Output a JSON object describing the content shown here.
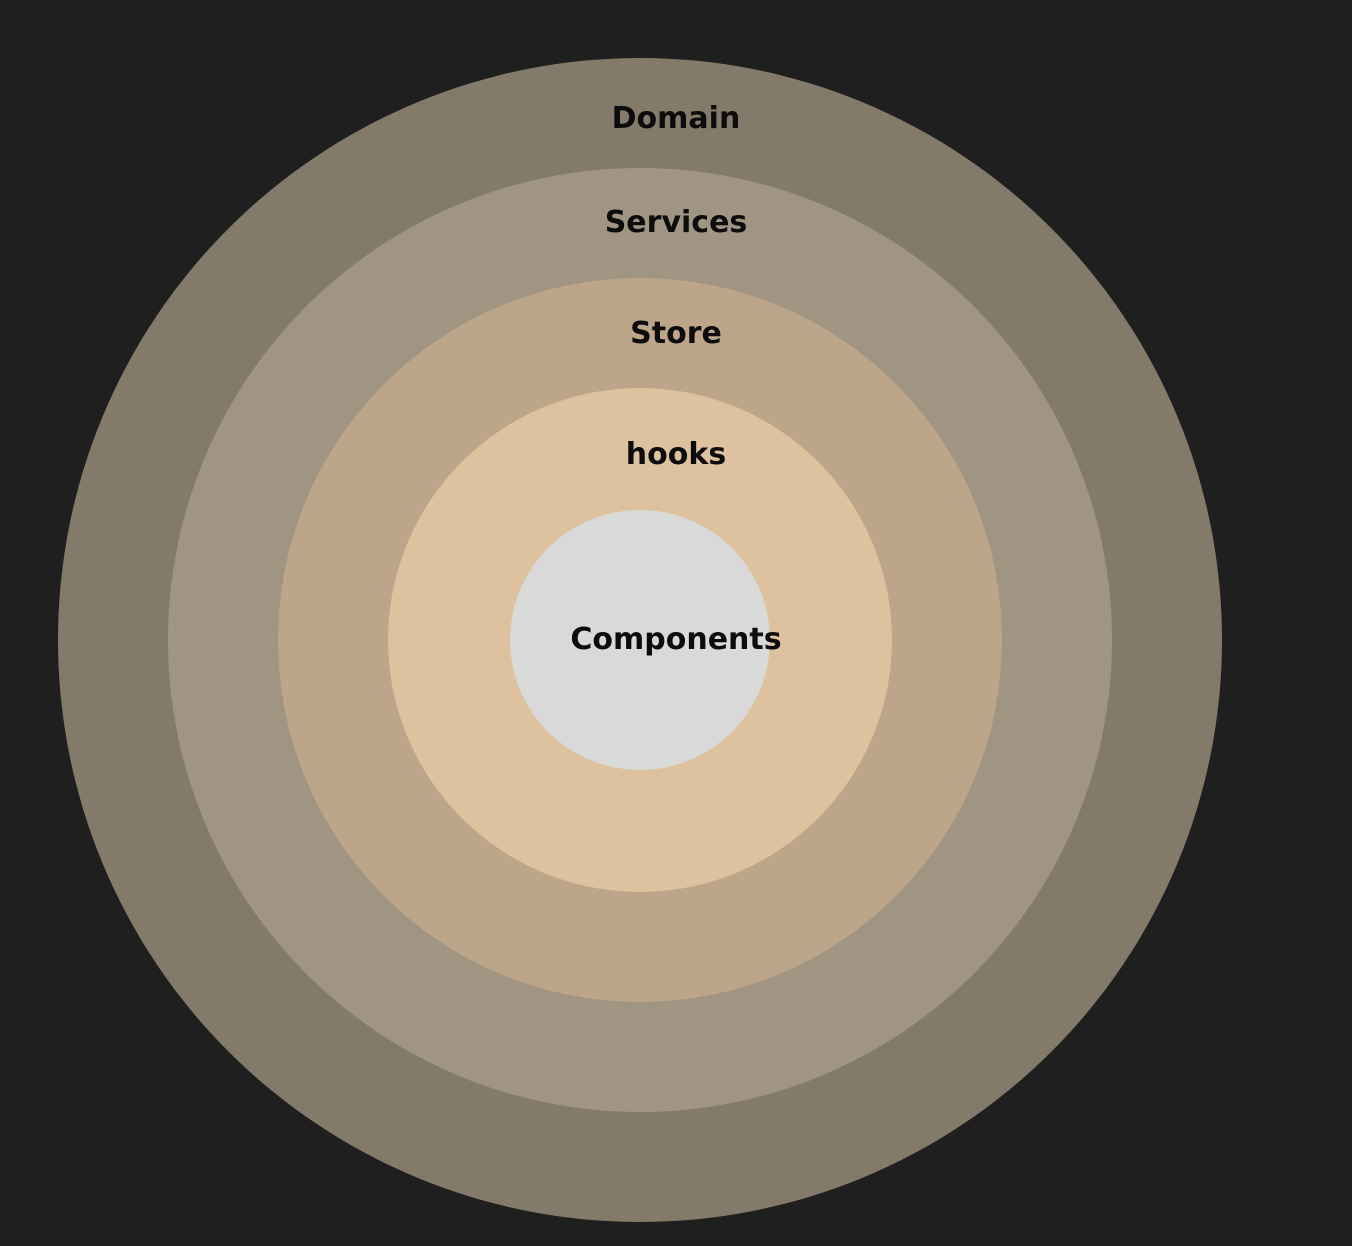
{
  "diagram": {
    "layers": [
      {
        "id": "domain",
        "label": "Domain",
        "color": "#847a69"
      },
      {
        "id": "services",
        "label": "Services",
        "color": "#a09482"
      },
      {
        "id": "store",
        "label": "Store",
        "color": "#bca588"
      },
      {
        "id": "hooks",
        "label": "hooks",
        "color": "#dec19f"
      },
      {
        "id": "components",
        "label": "Components",
        "color": "#d9d9d9"
      }
    ],
    "background": "#1f1f1f"
  }
}
